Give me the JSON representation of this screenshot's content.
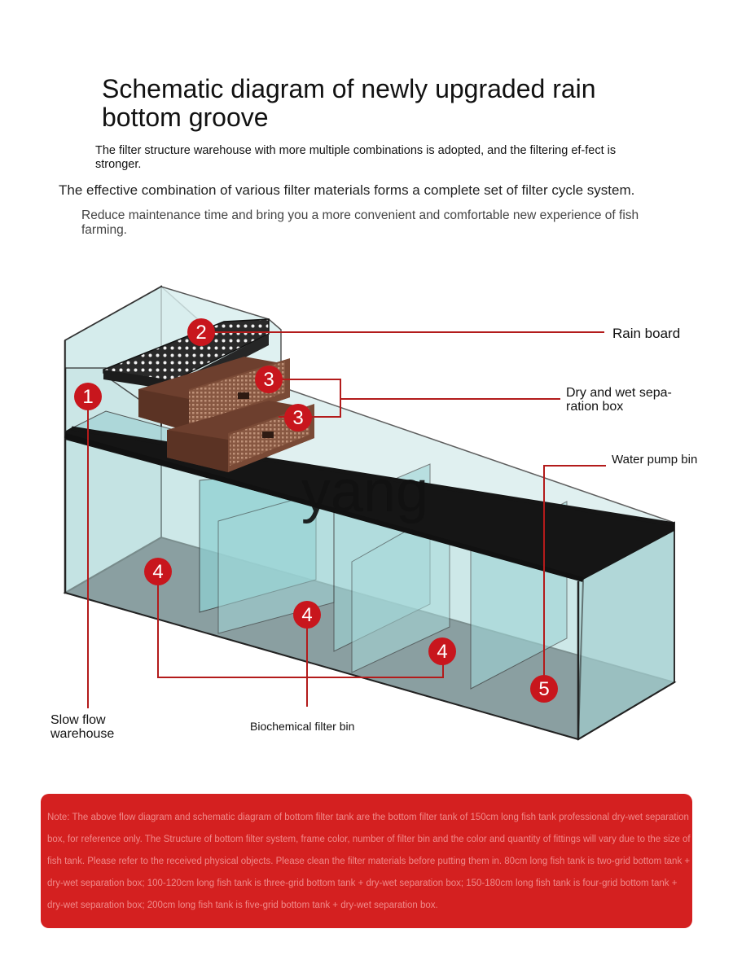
{
  "header": {
    "title": "Schematic diagram of newly upgraded rain bottom groove",
    "subtitle1": "The filter structure warehouse with more multiple combinations is adopted, and the filtering ef-fect is stronger.",
    "subtitle2": "The effective combination of various filter materials forms a complete set of filter cycle system.",
    "subtitle3": "Reduce maintenance time and bring you a more convenient and comfortable new experience of fish farming."
  },
  "diagram": {
    "watermark": "yang",
    "markers": {
      "m1": "1",
      "m2": "2",
      "m3a": "3",
      "m3b": "3",
      "m4a": "4",
      "m4b": "4",
      "m4c": "4",
      "m5": "5"
    },
    "labels": {
      "rain_board": "Rain board",
      "dry_wet_box": "Dry and wet sepa-ration box",
      "water_pump_bin": "Water pump bin",
      "slow_flow": "Slow flow warehouse",
      "biochemical": "Biochemical filter bin"
    },
    "colors": {
      "marker_red": "#c8161d",
      "leader_line": "#b31b1b",
      "glass": "#cfe8e8",
      "drawer_brown": "#7a4a36",
      "note_bg": "#d42020"
    }
  },
  "note": {
    "text": "Note: The above flow diagram and schematic diagram of bottom filter tank are the bottom filter tank of 150cm long fish tank professional dry-wet separation box, for reference only. The Structure of bottom filter system, frame color, number of filter bin and the color and quantity of fittings will vary due to the size of fish tank. Please refer to the received physical objects. Please clean the filter materials before putting them in. 80cm long fish tank is two-grid bottom tank + dry-wet separation box; 100-120cm long fish tank is three-grid bottom tank + dry-wet separation box; 150-180cm long fish tank is four-grid bottom tank + dry-wet separation box; 200cm long fish tank is five-grid bottom tank + dry-wet separation box."
  }
}
